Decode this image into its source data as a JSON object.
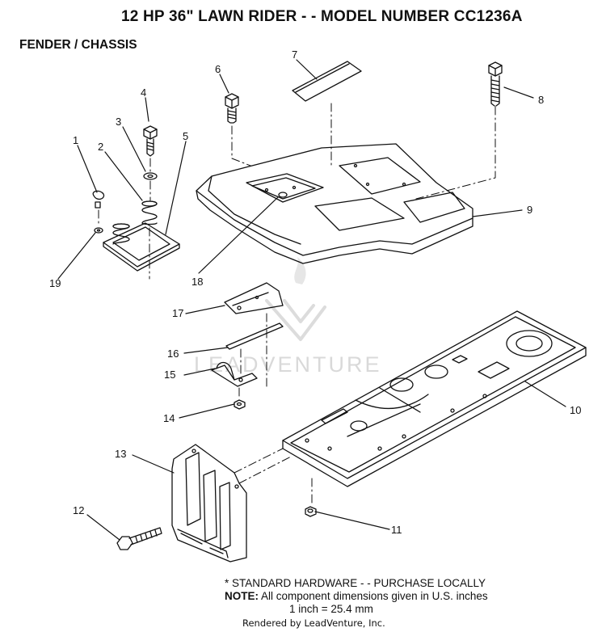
{
  "header": {
    "title": "12 HP 36\" LAWN RIDER - - MODEL NUMBER CC1236A",
    "subtitle": "FENDER / CHASSIS"
  },
  "callouts": [
    "1",
    "2",
    "3",
    "4",
    "5",
    "6",
    "7",
    "8",
    "9",
    "10",
    "11",
    "12",
    "13",
    "14",
    "15",
    "16",
    "17",
    "18",
    "19"
  ],
  "watermark": {
    "text": "LEADVENTURE"
  },
  "notes": {
    "standard_hardware": "* STANDARD HARDWARE - - PURCHASE LOCALLY",
    "note_label": "NOTE:",
    "note_text": "All component dimensions given in U.S. inches",
    "conversion": "1 inch = 25.4 mm"
  },
  "footer": {
    "rendered_by": "Rendered by LeadVenture, Inc."
  }
}
